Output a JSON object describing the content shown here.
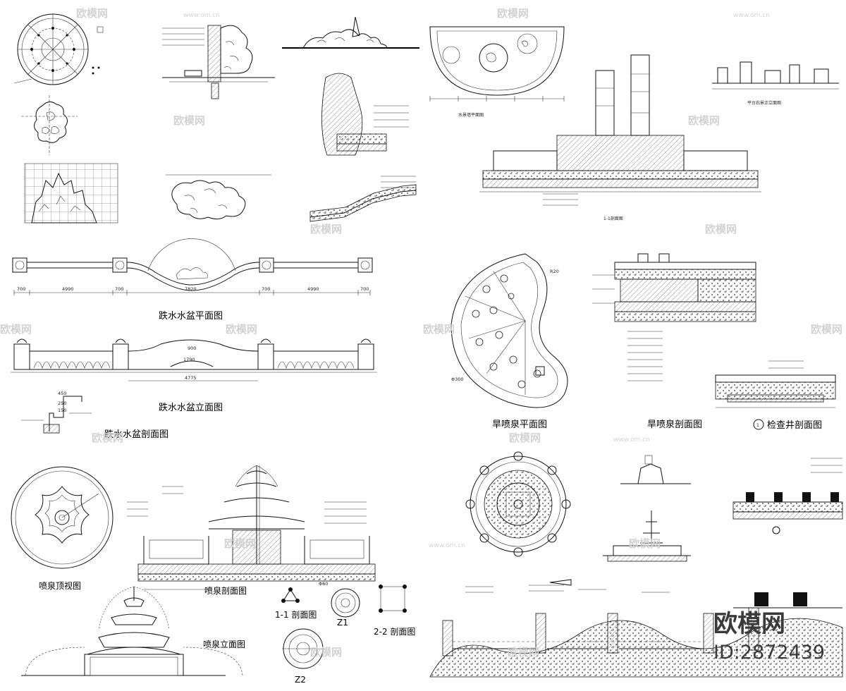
{
  "drawings": {
    "waterfall_plan": "跌水水盆平面图",
    "waterfall_elevation": "跌水水盆立面图",
    "waterfall_section": "跌水水盆剖面图",
    "dry_fountain_plan": "旱喷泉平面图",
    "dry_fountain_section": "旱喷泉剖面图",
    "inspection_well_section": "检查井剖面图",
    "inspection_well_index": "1",
    "fountain_top_view": "喷泉顶视图",
    "fountain_section": "喷泉剖面图",
    "fountain_elevation": "喷泉立面图",
    "section_1_1": "1-1 剖面图",
    "section_2_2": "2-2 剖面图",
    "section_1_1_b": "1-1剖面图",
    "water_wall_plan": "水景墙平面图",
    "platform_stone_elevation": "平台石景正立面图",
    "column_z1": "Z1",
    "column_z2": "Z2"
  },
  "dimensions": {
    "plan_700_a": "700",
    "plan_4990_a": "4990",
    "plan_700_b": "700",
    "plan_7820": "7820",
    "plan_700_c": "700",
    "plan_4990_b": "4990",
    "plan_700_d": "700",
    "elev_900": "900",
    "elev_1790": "1790",
    "elev_4775": "4775",
    "section_450": "450",
    "section_250": "250",
    "section_150": "150",
    "dia_300": "Φ300",
    "r20": "R20",
    "dia_60": "Φ60"
  },
  "watermark": {
    "brand": "欧模网",
    "url": "www.om.cn",
    "logo": "欧模网",
    "id": "ID:2872439"
  }
}
